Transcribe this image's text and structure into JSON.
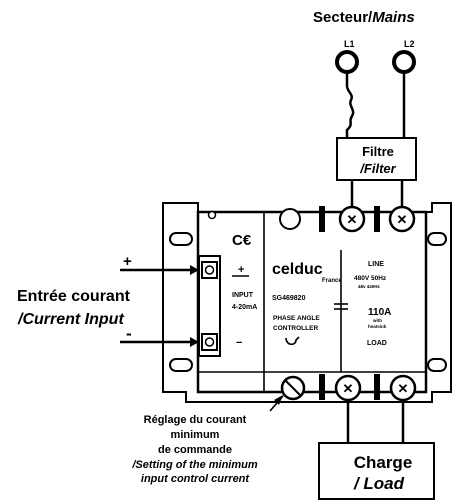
{
  "mains": {
    "title_fr": "Secteur/",
    "title_en": "Mains",
    "l1": "L1",
    "l2": "L2"
  },
  "filter": {
    "fr": "Filtre",
    "en": "/Filter"
  },
  "input": {
    "label_fr": "Entrée courant",
    "label_en": "/Current Input",
    "plus": "+",
    "minus": "-"
  },
  "module": {
    "ce": "C€",
    "brand": "celduc",
    "brand_sub": "France",
    "model": "SG469820",
    "input_text": "INPUT",
    "input_range": "4-20mA",
    "line_label": "LINE",
    "voltage": "480V 50Hz",
    "voltage_sub": "48v 440Hz",
    "current": "110A",
    "current_sub_1": "with",
    "current_sub_2": "heatsink",
    "phase_1": "PHASE ANGLE",
    "phase_2": "CONTROLLER",
    "load_label": "LOAD",
    "plus_terminal": "+",
    "minus_terminal": "−"
  },
  "adjust": {
    "line1": "Réglage du courant",
    "line2": "minimum",
    "line3": "de commande",
    "line4": "/Setting of the minimum",
    "line5": "input control current"
  },
  "load": {
    "fr": "Charge",
    "en": "/ Load"
  }
}
